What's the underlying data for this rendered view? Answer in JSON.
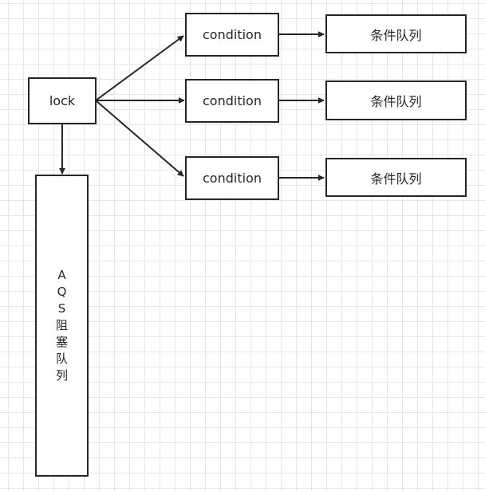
{
  "diagram": {
    "colors": {
      "stroke": "#262626",
      "node_fill": "#ffffff",
      "grid": "#e6e6e6",
      "background": "#ffffff"
    },
    "nodes": {
      "lock": {
        "label": "lock"
      },
      "condition_1": {
        "label": "condition"
      },
      "condition_2": {
        "label": "condition"
      },
      "condition_3": {
        "label": "condition"
      },
      "queue_1": {
        "label": "条件队列"
      },
      "queue_2": {
        "label": "条件队列"
      },
      "queue_3": {
        "label": "条件队列"
      },
      "aqs_queue": {
        "label_chars": [
          "A",
          "Q",
          "S",
          "阻",
          "塞",
          "队",
          "列"
        ]
      }
    },
    "edges": [
      {
        "from": "lock",
        "to": "condition_1"
      },
      {
        "from": "lock",
        "to": "condition_2"
      },
      {
        "from": "lock",
        "to": "condition_3"
      },
      {
        "from": "lock",
        "to": "aqs_queue"
      },
      {
        "from": "condition_1",
        "to": "queue_1"
      },
      {
        "from": "condition_2",
        "to": "queue_2"
      },
      {
        "from": "condition_3",
        "to": "queue_3"
      }
    ]
  }
}
